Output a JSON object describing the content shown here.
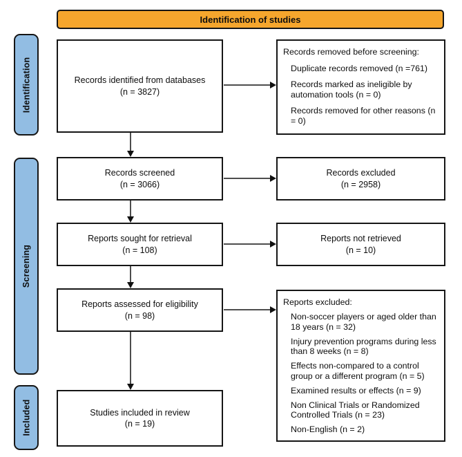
{
  "header": {
    "title": "Identification of studies"
  },
  "colors": {
    "banner_bg": "#F5A62D",
    "stage_bg": "#92BDE3",
    "box_border": "#151515",
    "arrow": "#4d4d4d"
  },
  "stages": [
    {
      "label": "Identification"
    },
    {
      "label": "Screening"
    },
    {
      "label": "Included"
    }
  ],
  "boxes": {
    "identified": {
      "line1": "Records identified from databases",
      "line2": "(n = 3827)"
    },
    "screened": {
      "line1": "Records screened",
      "line2": "(n = 3066)"
    },
    "sought": {
      "line1": "Reports sought for retrieval",
      "line2": "(n = 108)"
    },
    "assessed": {
      "line1": "Reports assessed for eligibility",
      "line2": "(n = 98)"
    },
    "included": {
      "line1": "Studies included in review",
      "line2": "(n = 19)"
    },
    "excluded_records": {
      "line1": "Records excluded",
      "line2": "(n = 2958)"
    },
    "not_retrieved": {
      "line1": "Reports not retrieved",
      "line2": "(n = 10)"
    },
    "removed": {
      "title": "Records removed before screening:",
      "items": [
        "Duplicate records removed (n =761)",
        "Records marked as ineligible by automation tools (n = 0)",
        "Records removed for other reasons (n = 0)"
      ]
    },
    "reports_excluded": {
      "title": "Reports excluded:",
      "items": [
        "Non-soccer players or aged older than 18 years (n = 32)",
        "Injury prevention programs during less than 8 weeks (n = 8)",
        "Effects non-compared to a control group or a different program (n = 5)",
        "Examined results or effects (n = 9)",
        "Non Clinical Trials or Randomized Controlled Trials (n = 23)",
        "Non-English (n = 2)"
      ]
    }
  }
}
